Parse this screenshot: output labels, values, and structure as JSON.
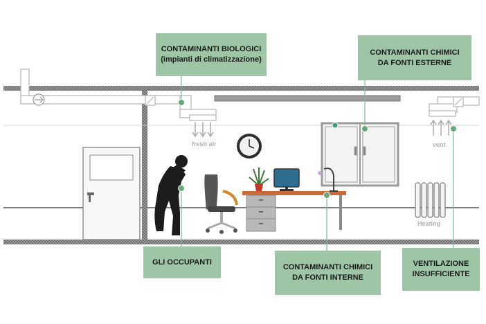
{
  "callouts": {
    "biological": {
      "line1": "CONTAMINANTI BIOLOGICI",
      "line2": "(impianti di climatizzazione)"
    },
    "chemical_external": {
      "line1": "CONTAMINANTI CHIMICI",
      "line2": "DA FONTI ESTERNE"
    },
    "occupants": {
      "line1": "GLI OCCUPANTI"
    },
    "chemical_internal": {
      "line1": "CONTAMINANTI CHIMICI",
      "line2": "DA FONTI INTERNE"
    },
    "ventilation": {
      "line1": "VENTILAZIONE",
      "line2": "INSUFFICIENTE"
    }
  },
  "labels": {
    "fresh_air": "fresh air",
    "vent": "vent",
    "heating": "Heating"
  },
  "colors": {
    "callout_bg": "#9ec6a6",
    "leader_line": "#7fb88d",
    "marker_dot": "#6aa77a",
    "wall_hatch": "#7d7d7d",
    "duct": "#cfcfcf"
  }
}
